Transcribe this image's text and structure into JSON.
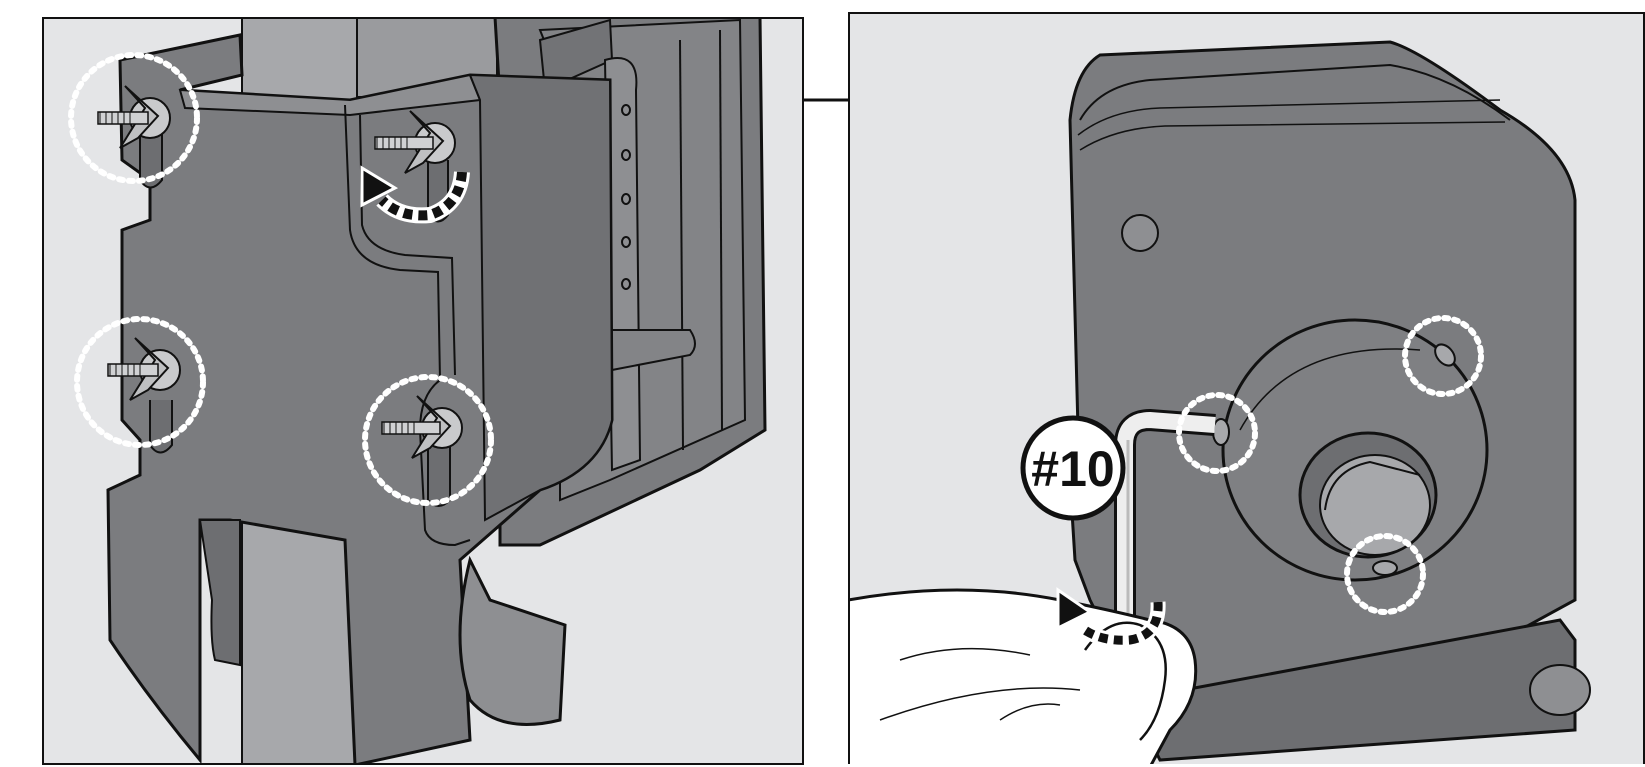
{
  "panels": [
    {
      "id": "left",
      "content": "bracket-with-wing-nuts"
    },
    {
      "id": "right",
      "content": "motor-housing-with-hex-key"
    }
  ],
  "callout": {
    "label": "#10"
  },
  "colors": {
    "background": "#e4e5e7",
    "part_dark": "#7b7c7f",
    "part_mid": "#8e8f92",
    "pole": "#a7a8ab",
    "outline": "#111111",
    "highlight_ring": "#ffffff",
    "arrow": "#111111"
  },
  "icons": [
    "wing-nut-icon",
    "rotation-arrow-icon",
    "hex-key-icon",
    "hand-icon",
    "dotted-highlight-ring-icon"
  ]
}
